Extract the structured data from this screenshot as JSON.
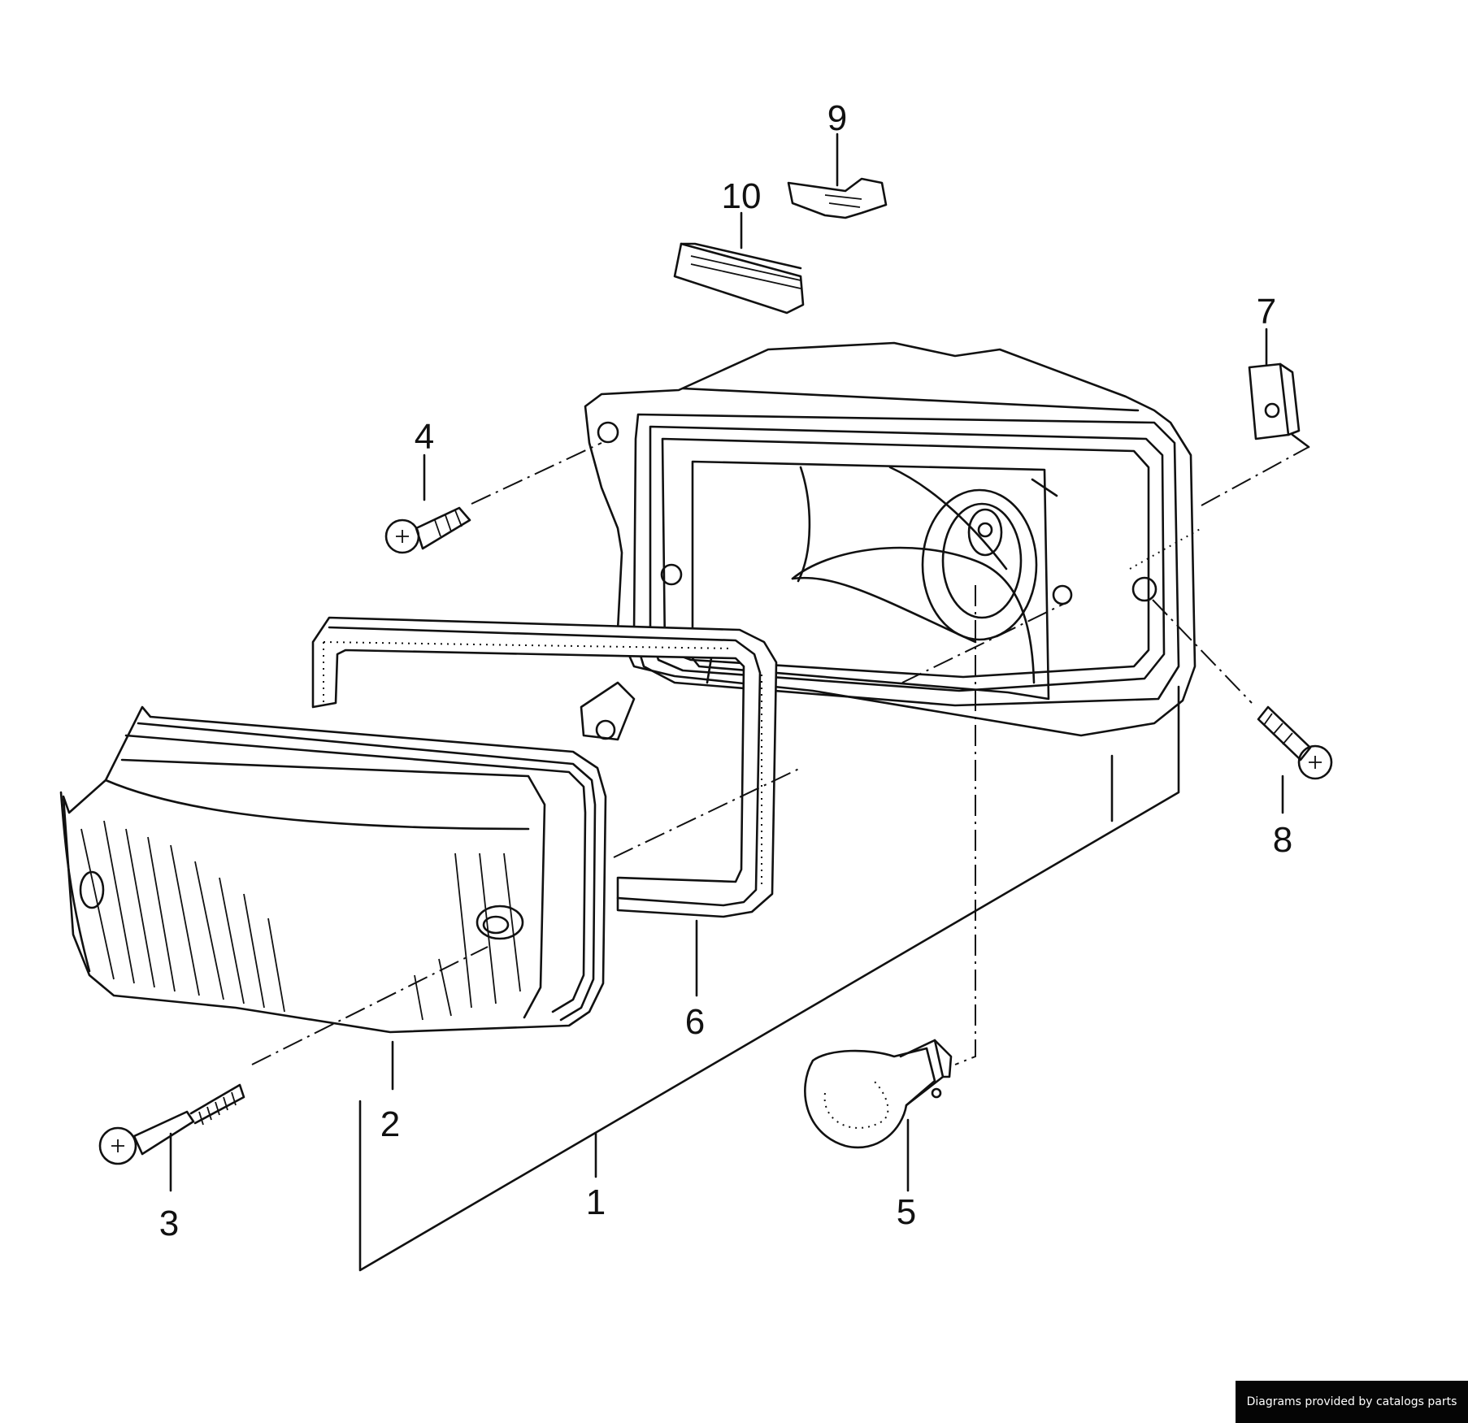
{
  "diagram": {
    "callouts": [
      {
        "id": "1",
        "label": "1"
      },
      {
        "id": "2",
        "label": "2"
      },
      {
        "id": "3",
        "label": "3"
      },
      {
        "id": "4",
        "label": "4"
      },
      {
        "id": "5",
        "label": "5"
      },
      {
        "id": "6",
        "label": "6"
      },
      {
        "id": "7",
        "label": "7"
      },
      {
        "id": "8",
        "label": "8"
      },
      {
        "id": "9",
        "label": "9"
      },
      {
        "id": "10",
        "label": "10"
      }
    ]
  },
  "footer": {
    "credit": "Diagrams provided by catalogs parts"
  }
}
